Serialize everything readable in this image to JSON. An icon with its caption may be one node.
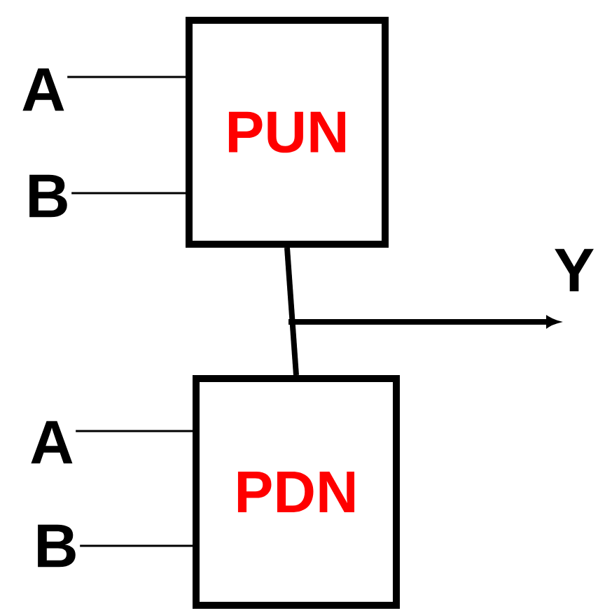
{
  "diagram": {
    "nodes": [
      {
        "text": [
          "PUN"
        ]
      },
      {
        "text": [
          "PDN"
        ]
      },
      {
        "text": [
          "A"
        ]
      },
      {
        "text": [
          "B"
        ]
      },
      {
        "text": [
          "A"
        ]
      },
      {
        "text": [
          "B"
        ]
      },
      {
        "text": [
          "Y"
        ]
      }
    ],
    "edges": [
      {
        "from": 2,
        "to": 0,
        "arrow": "none"
      },
      {
        "from": 3,
        "to": 0,
        "arrow": "none"
      },
      {
        "from": 4,
        "to": 1,
        "arrow": "none"
      },
      {
        "from": 5,
        "to": 1,
        "arrow": "none"
      },
      {
        "from": 0,
        "to": 1,
        "arrow": "none",
        "style": "thick"
      },
      {
        "from": null,
        "to": 6,
        "arrow": "to",
        "style": "thick"
      }
    ]
  }
}
